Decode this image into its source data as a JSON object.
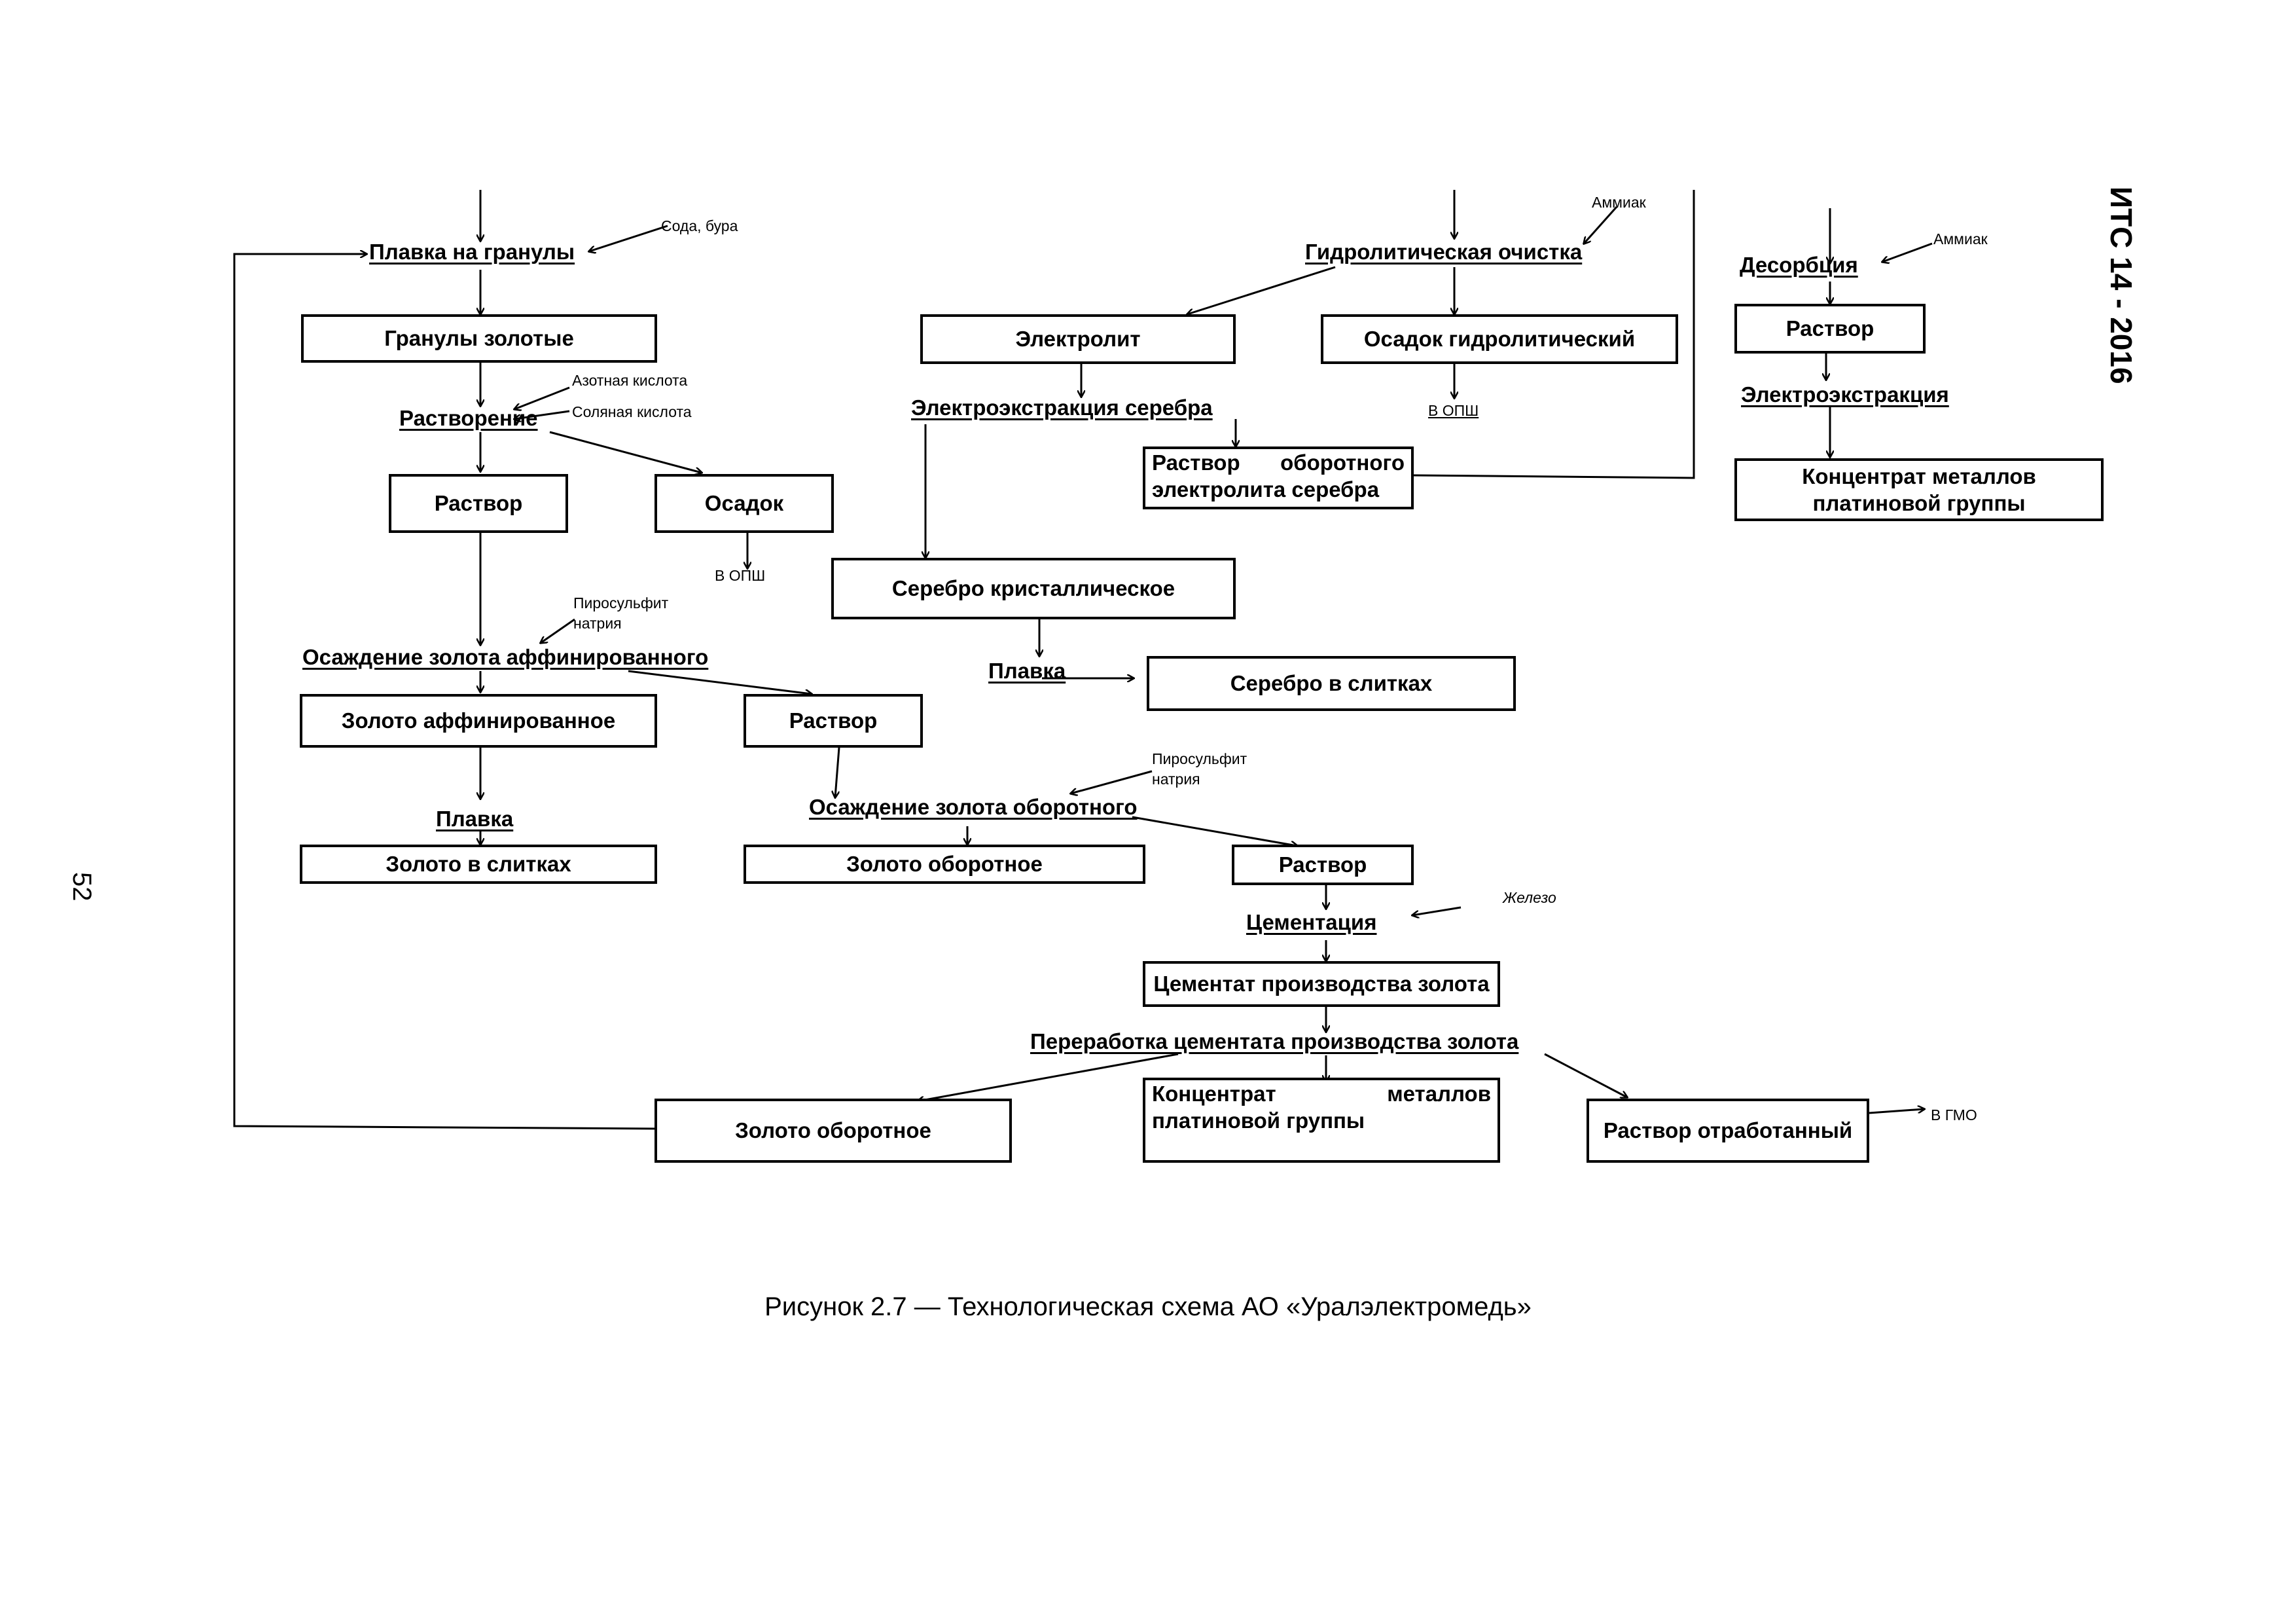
{
  "header": {
    "standard": "ИТС 14 - 2016",
    "page_number": "52"
  },
  "caption": "Рисунок 2.7 — Технологическая схема АО «Уралэлектромедь»",
  "boxes": {
    "gold_granules": "Гранулы золотые",
    "solution_1": "Раствор",
    "sediment": "Осадок",
    "refined_gold": "Золото аффинированное",
    "solution_2": "Раствор",
    "gold_ingots": "Золото в слитках",
    "recycled_gold_1": "Золото оборотное",
    "solution_3": "Раствор",
    "electrolyte": "Электролит",
    "hydrolytic_sediment": "Осадок гидролитический",
    "silver_electrolyte_line1": "Раствор оборотного",
    "silver_electrolyte_line2": "электролита серебра",
    "crystalline_silver": "Серебро кристаллическое",
    "silver_ingots": "Серебро в слитках",
    "cementate": "Цементат производства золота",
    "recycled_gold_2": "Золото оборотное",
    "pgm_concentrate_1_line1": "Концентрат металлов",
    "pgm_concentrate_1_line2": "платиновой группы",
    "spent_solution": "Раствор отработанный",
    "solution_4": "Раствор",
    "pgm_concentrate_2_line1": "Концентрат металлов",
    "pgm_concentrate_2_line2": "платиновой группы"
  },
  "operations": {
    "melting_granules": "Плавка на гранулы",
    "dissolution": "Растворение",
    "precipitation_refined": "Осаждение золота аффинированного",
    "melting_1": "Плавка",
    "precipitation_recycled": "Осаждение золота оборотного",
    "cementation": "Цементация",
    "hydrolytic_purification": "Гидролитическая очистка",
    "silver_electroextraction": "Электроэкстракция серебра",
    "melting_2": "Плавка",
    "cementate_processing": "Переработка цементата производства золота",
    "desorption": "Десорбция",
    "electroextraction": "Электроэкстракция"
  },
  "notes": {
    "soda_borax": "Сода, бура",
    "nitric_acid": "Азотная кислота",
    "hydrochloric_acid": "Соляная кислота",
    "to_opsh_1": "В ОПШ",
    "pyrosulfite_1_line1": "Пиросульфит",
    "pyrosulfite_1_line2": "натрия",
    "pyrosulfite_2_line1": "Пиросульфит",
    "pyrosulfite_2_line2": "натрия",
    "iron": "Железо",
    "ammonia_1": "Аммиак",
    "to_opsh_2": "В ОПШ",
    "ammonia_2": "Аммиак",
    "to_gmo": "В ГМО"
  }
}
